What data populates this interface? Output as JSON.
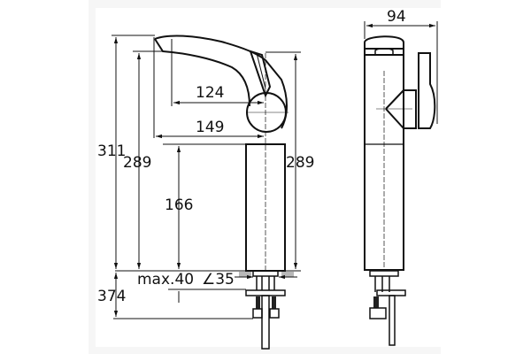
{
  "drawing": {
    "title": "Basin mixer tap dimension drawing",
    "colors": {
      "line": "#111111",
      "background": "#ffffff",
      "frame": "#f6f6f6",
      "surface": "#b8b8b8"
    },
    "front_view": {
      "dimensions": {
        "total_height": "311",
        "spout_height_left": "289",
        "body_height": "166",
        "handle_height_right": "289",
        "spout_reach": "124",
        "spout_length": "149",
        "max_deck_thickness": "max.40",
        "hole_diameter": "∠35",
        "below_deck": "374"
      }
    },
    "side_view": {
      "dimensions": {
        "width": "94"
      }
    }
  }
}
